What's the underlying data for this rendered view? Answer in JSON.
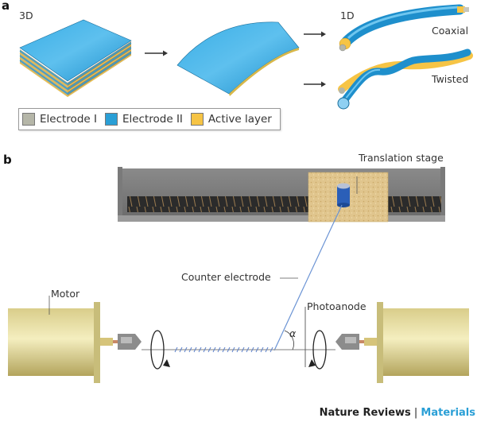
{
  "panel_a": {
    "label": "a",
    "label_3d": "3D",
    "label_1d": "1D",
    "coaxial_label": "Coaxial",
    "twisted_label": "Twisted",
    "legend": [
      {
        "label": "Electrode I",
        "color": "#b5b6a8"
      },
      {
        "label": "Electrode II",
        "color": "#2a9fd6"
      },
      {
        "label": "Active layer",
        "color": "#f6c445"
      }
    ]
  },
  "panel_b": {
    "label": "b",
    "translation_stage_label": "Translation stage",
    "counter_electrode_label": "Counter electrode",
    "motor_label": "Motor",
    "photoanode_label": "Photoanode",
    "angle_symbol": "α"
  },
  "footer": {
    "journal": "Nature Reviews",
    "separator": " | ",
    "section": "Materials",
    "accent_color": "#2a9fd6"
  }
}
